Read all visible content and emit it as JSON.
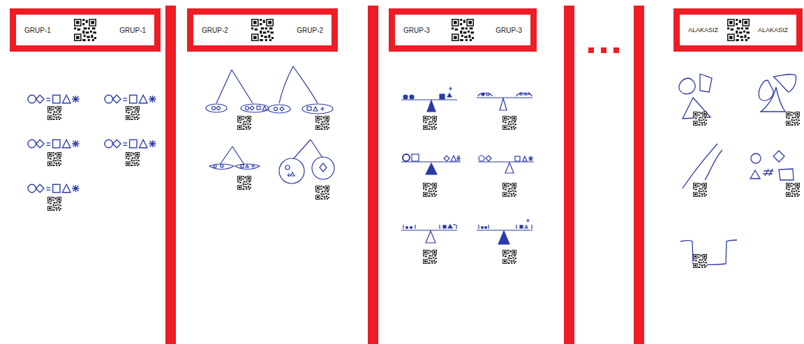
{
  "diagram": {
    "nodes": [
      {
        "text": [
          "GRUP-1",
          "GRUP-1"
        ]
      },
      {
        "text": [
          "GRUP-2",
          "GRUP-2"
        ]
      },
      {
        "text": [
          "GRUP-3",
          "GRUP-3"
        ]
      },
      {
        "text": [
          "ALAKASIZ",
          "ALAKASIZ"
        ]
      }
    ]
  }
}
